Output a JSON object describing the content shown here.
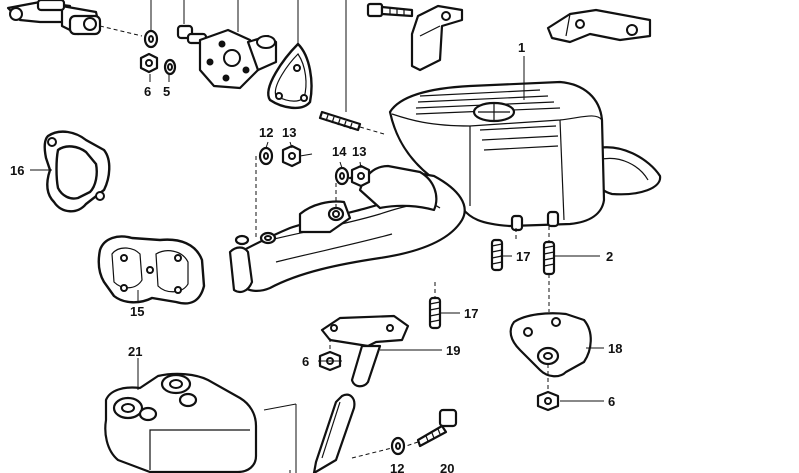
{
  "diagram": {
    "callouts": [
      {
        "id": "c1",
        "label": "1"
      },
      {
        "id": "c2",
        "label": "2"
      },
      {
        "id": "c5",
        "label": "5"
      },
      {
        "id": "c6a",
        "label": "6"
      },
      {
        "id": "c6b",
        "label": "6"
      },
      {
        "id": "c6c",
        "label": "6"
      },
      {
        "id": "c12a",
        "label": "12"
      },
      {
        "id": "c12b",
        "label": "12"
      },
      {
        "id": "c13a",
        "label": "13"
      },
      {
        "id": "c13b",
        "label": "13"
      },
      {
        "id": "c14",
        "label": "14"
      },
      {
        "id": "c15",
        "label": "15"
      },
      {
        "id": "c16",
        "label": "16"
      },
      {
        "id": "c17a",
        "label": "17"
      },
      {
        "id": "c17b",
        "label": "17"
      },
      {
        "id": "c18",
        "label": "18"
      },
      {
        "id": "c19",
        "label": "19"
      },
      {
        "id": "c20",
        "label": "20"
      },
      {
        "id": "c21",
        "label": "21"
      }
    ]
  }
}
